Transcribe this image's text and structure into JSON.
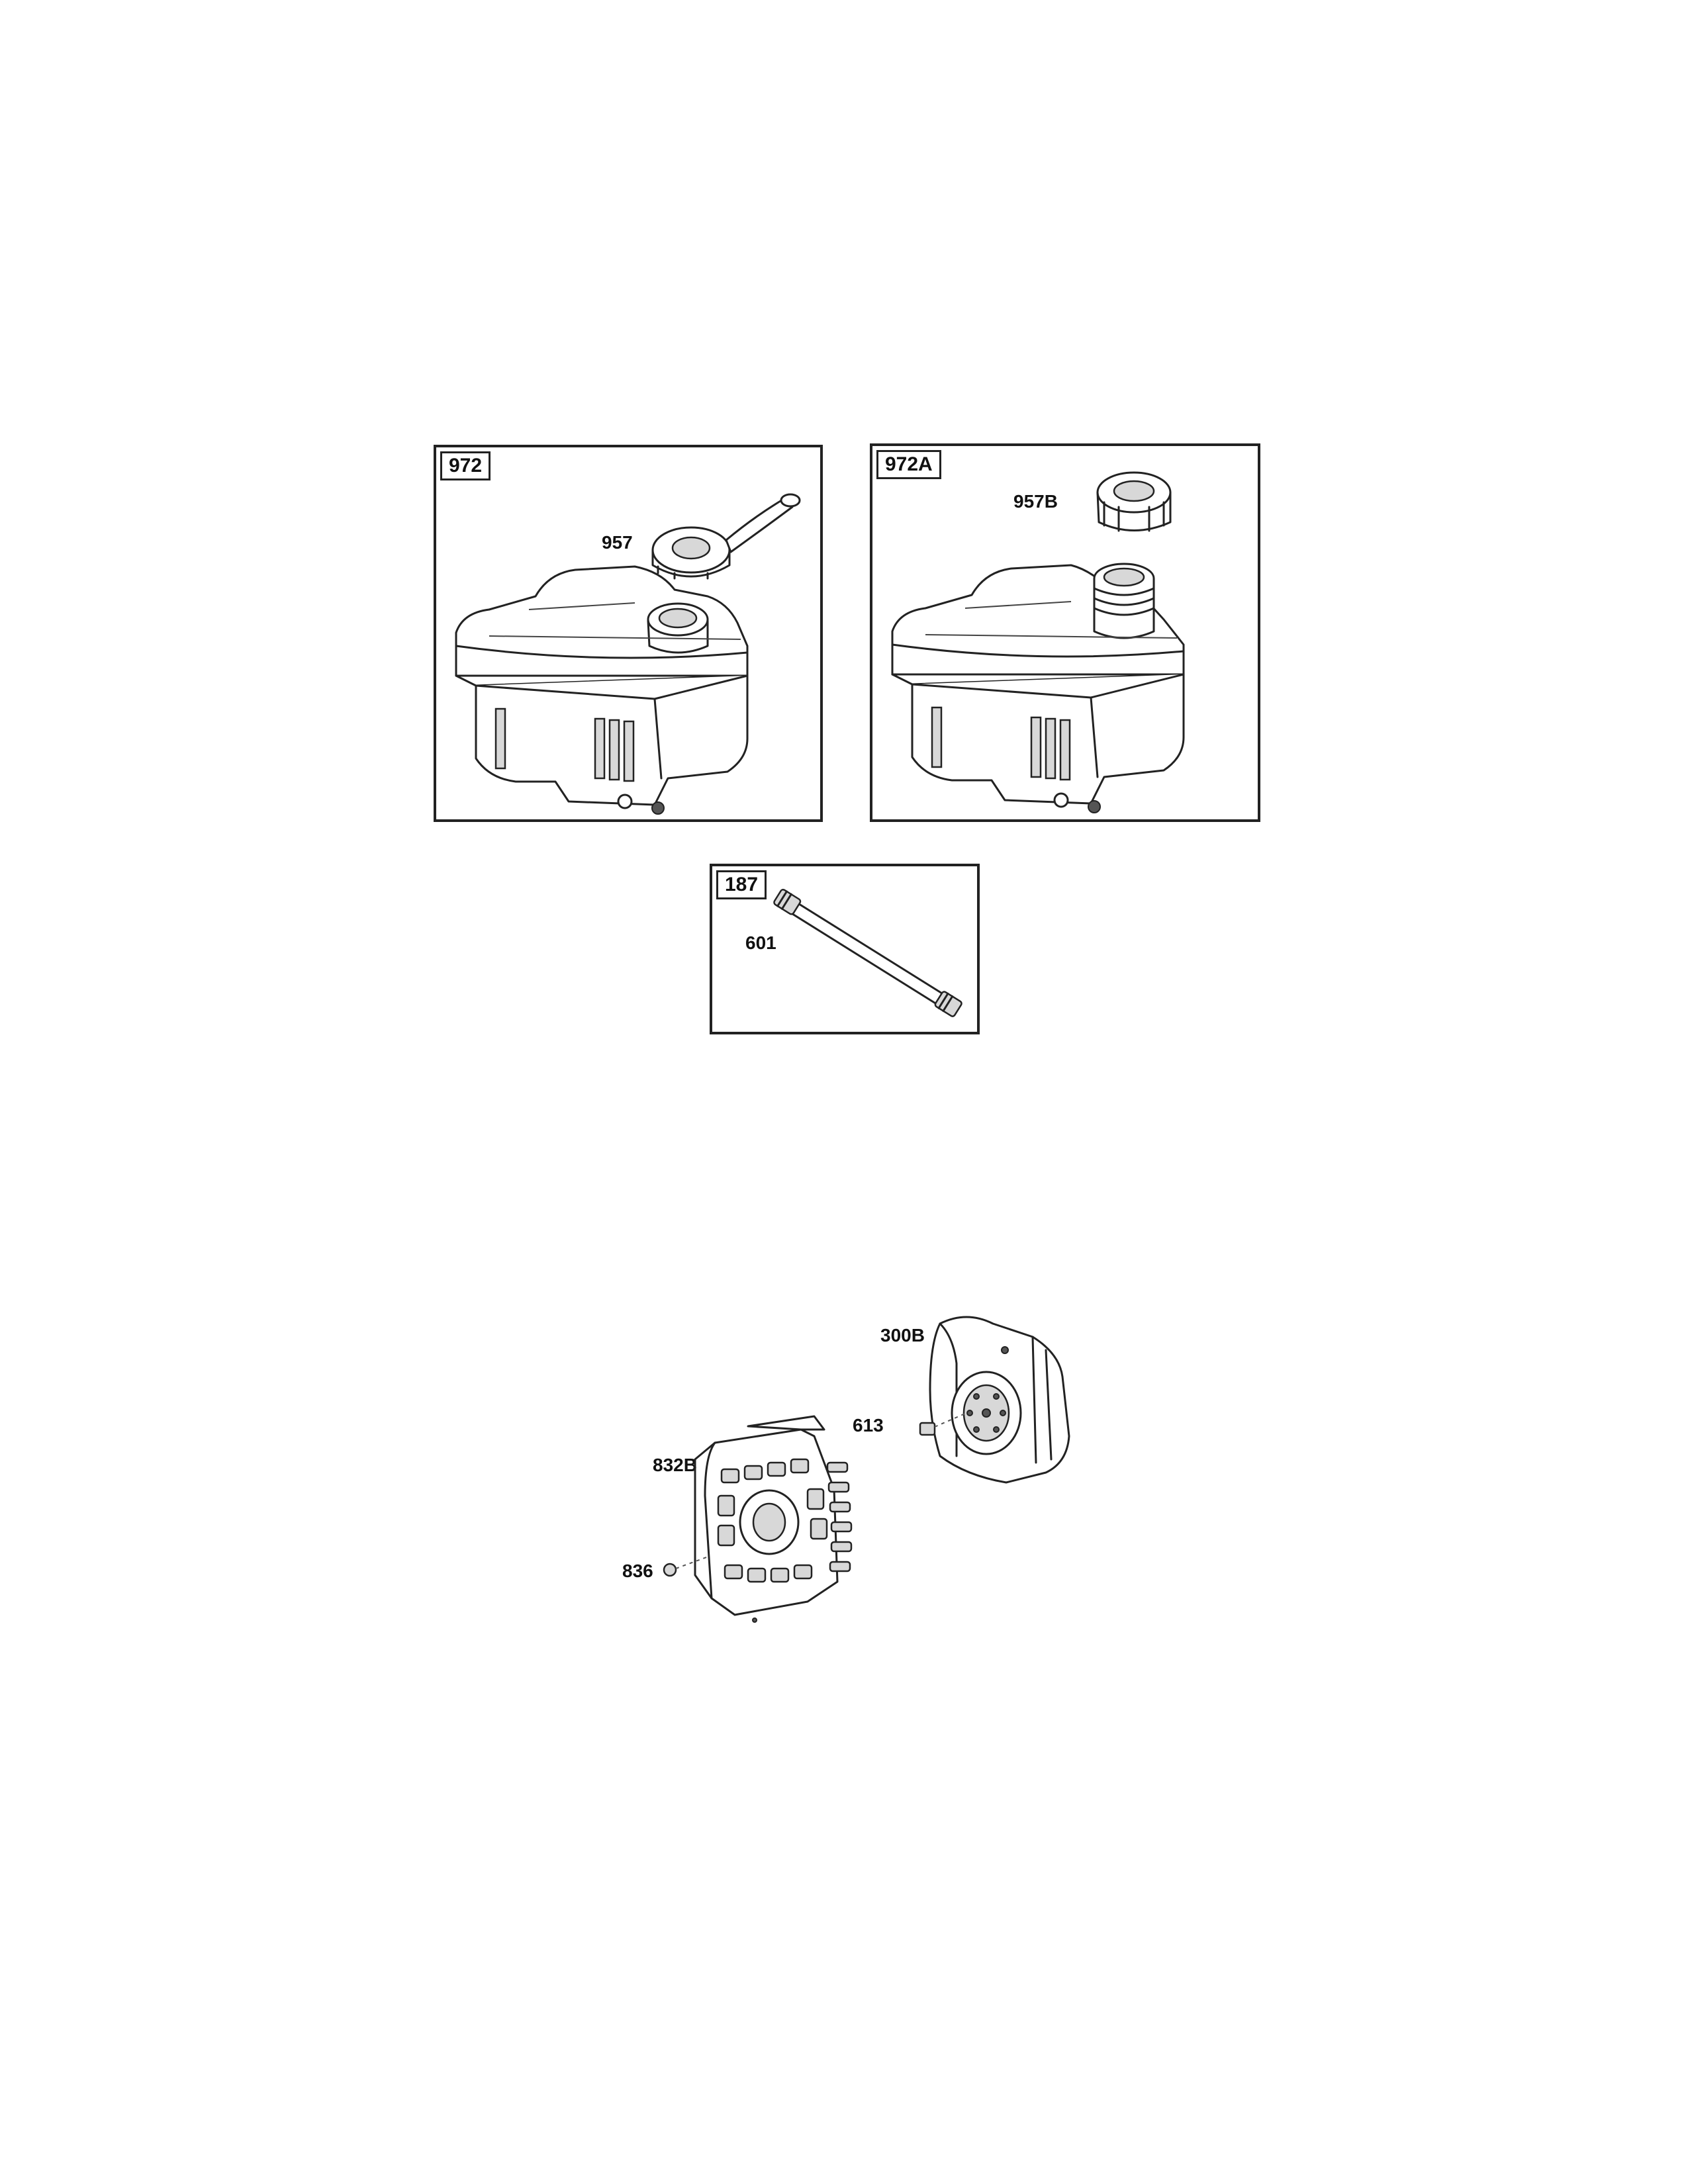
{
  "panels": {
    "fuel_tank_a": {
      "tag": "972",
      "callouts": {
        "cap": "957"
      }
    },
    "fuel_tank_b": {
      "tag": "972A",
      "callouts": {
        "cap": "957B"
      }
    },
    "fuel_line": {
      "tag": "187",
      "callouts": {
        "hose": "601"
      }
    }
  },
  "muffler_assembly": {
    "callouts": {
      "muffler": "300B",
      "screw": "613",
      "guard": "832B",
      "guard_screw": "836"
    }
  }
}
